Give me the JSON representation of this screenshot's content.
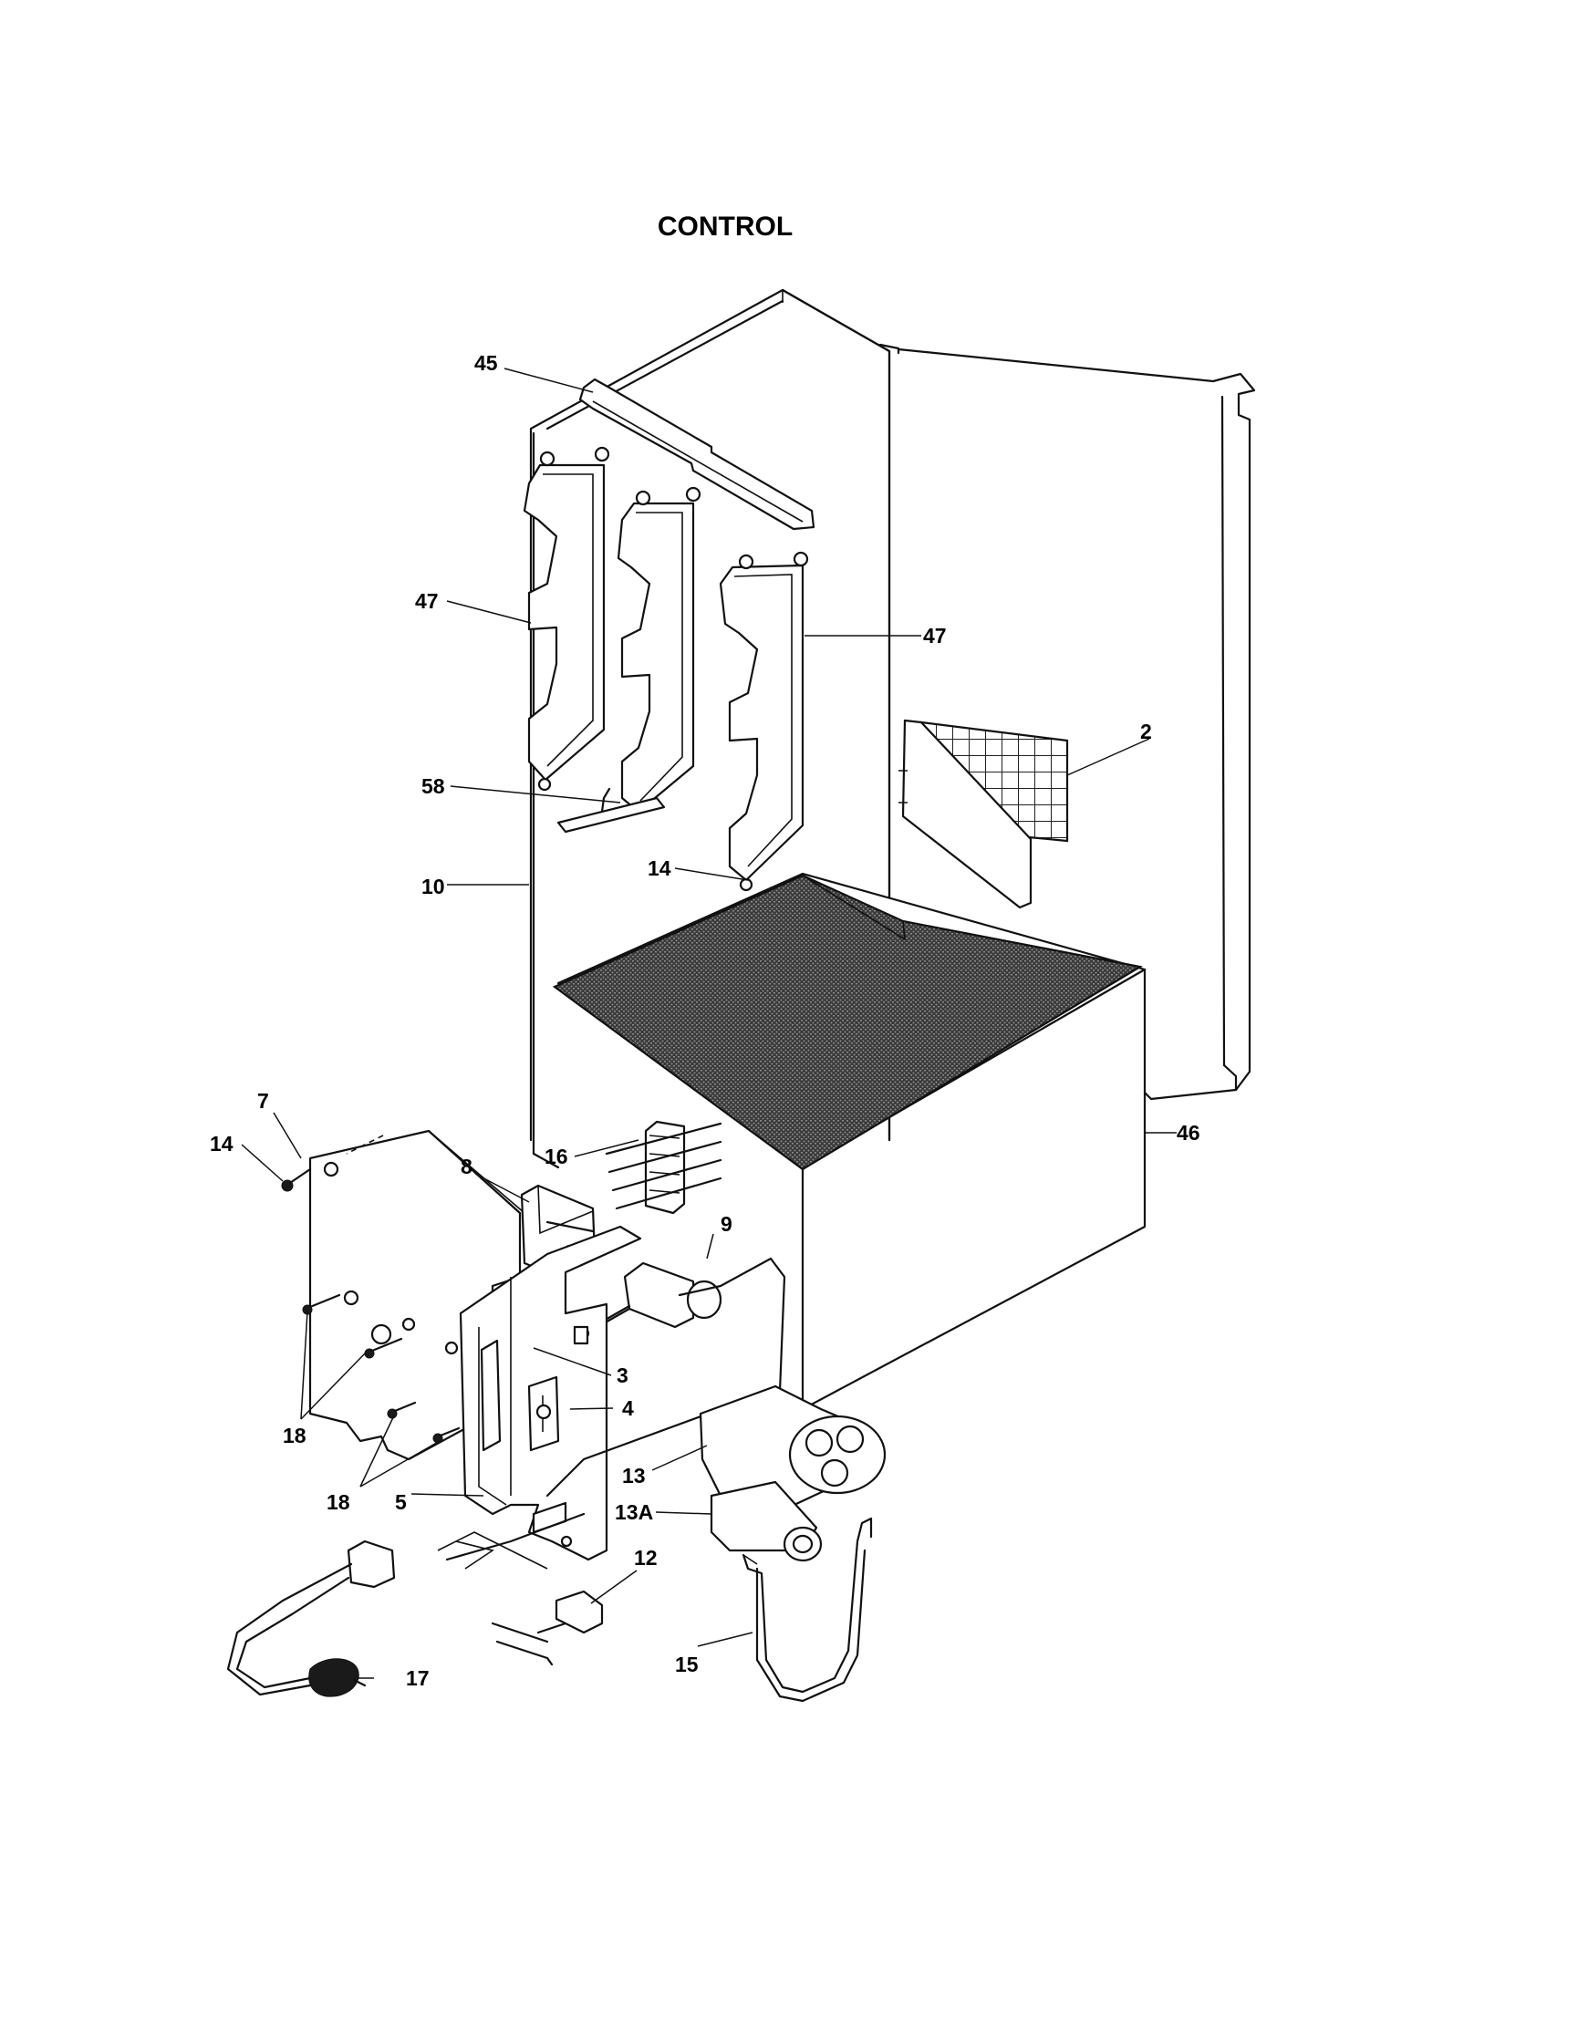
{
  "title": "CONTROL",
  "callouts": {
    "c45": "45",
    "c47a": "47",
    "c47b": "47",
    "c2": "2",
    "c58": "58",
    "c10": "10",
    "c14a": "14",
    "c46": "46",
    "c7": "7",
    "c14b": "14",
    "c16": "16",
    "c8": "8",
    "c9": "9",
    "c3": "3",
    "c4": "4",
    "c18a": "18",
    "c18b": "18",
    "c5": "5",
    "c13": "13",
    "c13a": "13A",
    "c12": "12",
    "c15": "15",
    "c17": "17"
  }
}
